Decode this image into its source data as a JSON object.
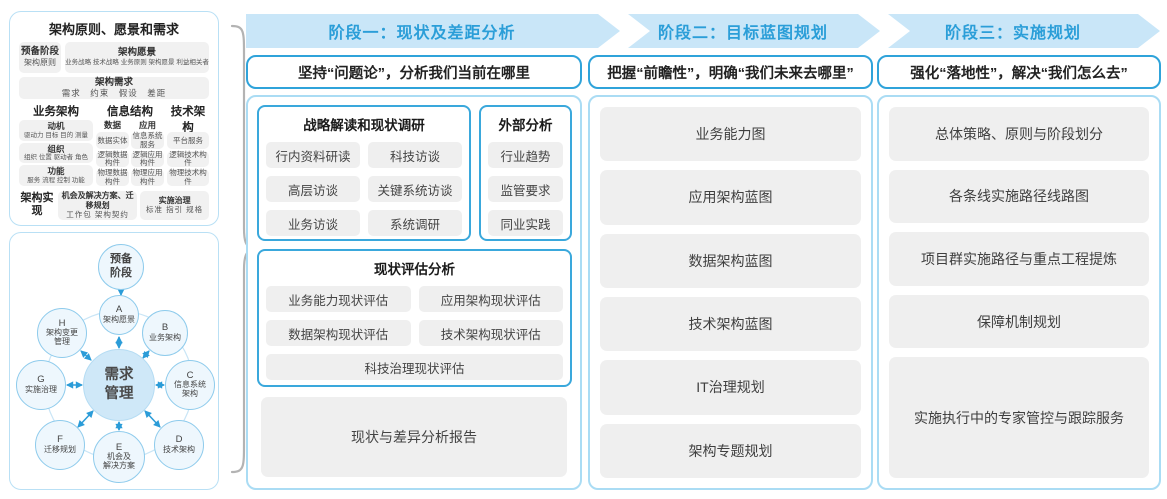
{
  "colors": {
    "band_bg": "#c9e6f8",
    "band_text": "#2b9ed8",
    "accent_border": "#3aa8dc",
    "column_border": "#aadcf4",
    "item_bg": "#efefef",
    "arrow_blue": "#2b9cd8"
  },
  "left_panel": {
    "frame": {
      "title": "架构原则、愿景和需求",
      "prep": {
        "title": "预备阶段",
        "sub": "架构原则"
      },
      "vision": {
        "title": "架构愿景",
        "sub": "业务战略 技术战略 业务原则 架构愿景 利益相关者"
      },
      "demand": {
        "title": "架构需求",
        "sub": "需求　约束　假设　差距"
      },
      "business": {
        "title": "业务架构",
        "items": [
          {
            "title": "动机",
            "sub": "驱动力 目标 目的 测量"
          },
          {
            "title": "组织",
            "sub": "组织 位置 驱动者 角色"
          },
          {
            "title": "功能",
            "sub": "服务 流程 控制 功能"
          }
        ]
      },
      "information": {
        "title": "信息结构",
        "data_col": {
          "title": "数据",
          "items": [
            "数据实体",
            "逻辑数据构件",
            "物理数据构件"
          ]
        },
        "app_col": {
          "title": "应用",
          "items": [
            "信息系统服务",
            "逻辑应用构件",
            "物理应用构件"
          ]
        }
      },
      "technology": {
        "title": "技术架构",
        "items": [
          "平台服务",
          "逻辑技术构件",
          "物理技术构件"
        ]
      },
      "realization": {
        "label": "架构实现",
        "opportunity": {
          "title": "机会及解决方案、迁移规划",
          "sub": "工作包 架构契约"
        },
        "governance": {
          "title": "实施治理",
          "sub": "标准 指引 规格"
        }
      }
    },
    "adm": {
      "prep": "预备\n阶段",
      "center": "需求\n管理",
      "nodes": [
        {
          "letter": "A",
          "label": "架构愿景"
        },
        {
          "letter": "B",
          "label": "业务架构"
        },
        {
          "letter": "C",
          "label": "信息系统\n架构"
        },
        {
          "letter": "D",
          "label": "技术架构"
        },
        {
          "letter": "E",
          "label": "机会及\n解决方案"
        },
        {
          "letter": "F",
          "label": "迁移规划"
        },
        {
          "letter": "G",
          "label": "实施治理"
        },
        {
          "letter": "H",
          "label": "架构变更\n管理"
        }
      ]
    }
  },
  "phases": [
    {
      "header": "阶段一：现状及差距分析",
      "subtitle": "坚持“问题论”，分析我们当前在哪里"
    },
    {
      "header": "阶段二：目标蓝图规划",
      "subtitle": "把握“前瞻性”，明确“我们未来去哪里”"
    },
    {
      "header": "阶段三：实施规划",
      "subtitle": "强化“落地性”，解决“我们怎么去”"
    }
  ],
  "phase1": {
    "strategy": {
      "title": "战略解读和现状调研",
      "items": [
        "行内资料研读",
        "科技访谈",
        "高层访谈",
        "关键系统访谈",
        "业务访谈",
        "系统调研"
      ]
    },
    "external": {
      "title": "外部分析",
      "items": [
        "行业趋势",
        "监管要求",
        "同业实践"
      ]
    },
    "assessment": {
      "title": "现状评估分析",
      "items": [
        "业务能力现状评估",
        "应用架构现状评估",
        "数据架构现状评估",
        "技术架构现状评估",
        "科技治理现状评估"
      ]
    },
    "report": "现状与差异分析报告"
  },
  "phase2": {
    "items": [
      "业务能力图",
      "应用架构蓝图",
      "数据架构蓝图",
      "技术架构蓝图",
      "IT治理规划",
      "架构专题规划"
    ]
  },
  "phase3": {
    "items": [
      "总体策略、原则与阶段划分",
      "各条线实施路径线路图",
      "项目群实施路径与重点工程提炼",
      "保障机制规划",
      "实施执行中的专家管控与跟踪服务"
    ]
  }
}
